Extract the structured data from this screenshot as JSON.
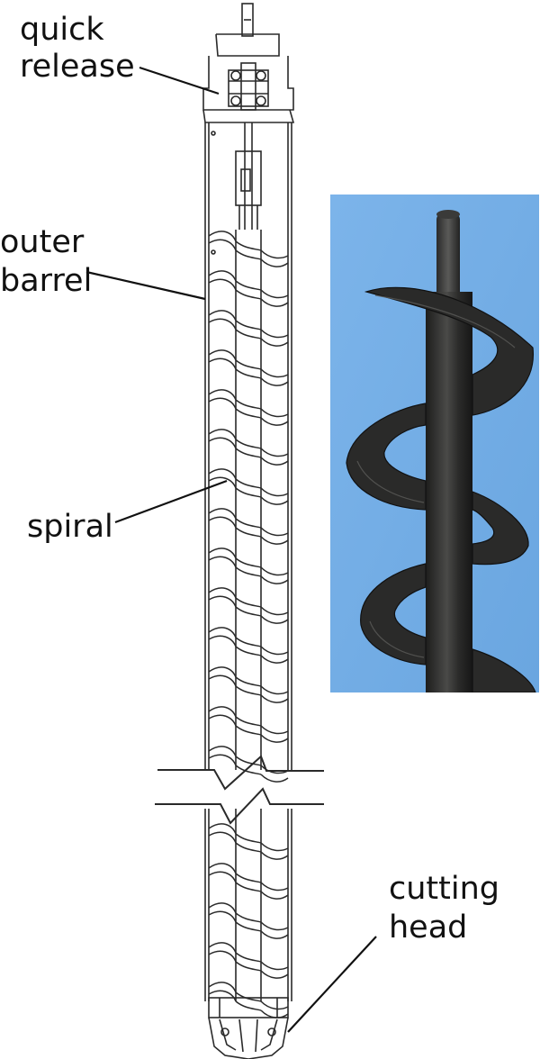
{
  "labels": {
    "quick_release": [
      "quick",
      "release"
    ],
    "outer_barrel": [
      "outer",
      "barrel"
    ],
    "spiral": "spiral",
    "cutting_head": [
      "cutting",
      "head"
    ]
  },
  "colors": {
    "line": "#2a2a2a",
    "photo_background": "#74aee6",
    "auger_metal": "#2f2f2e"
  },
  "icons": {
    "drawing": "auger-cross-section-drawing",
    "photo": "spiral-auger-photo"
  }
}
